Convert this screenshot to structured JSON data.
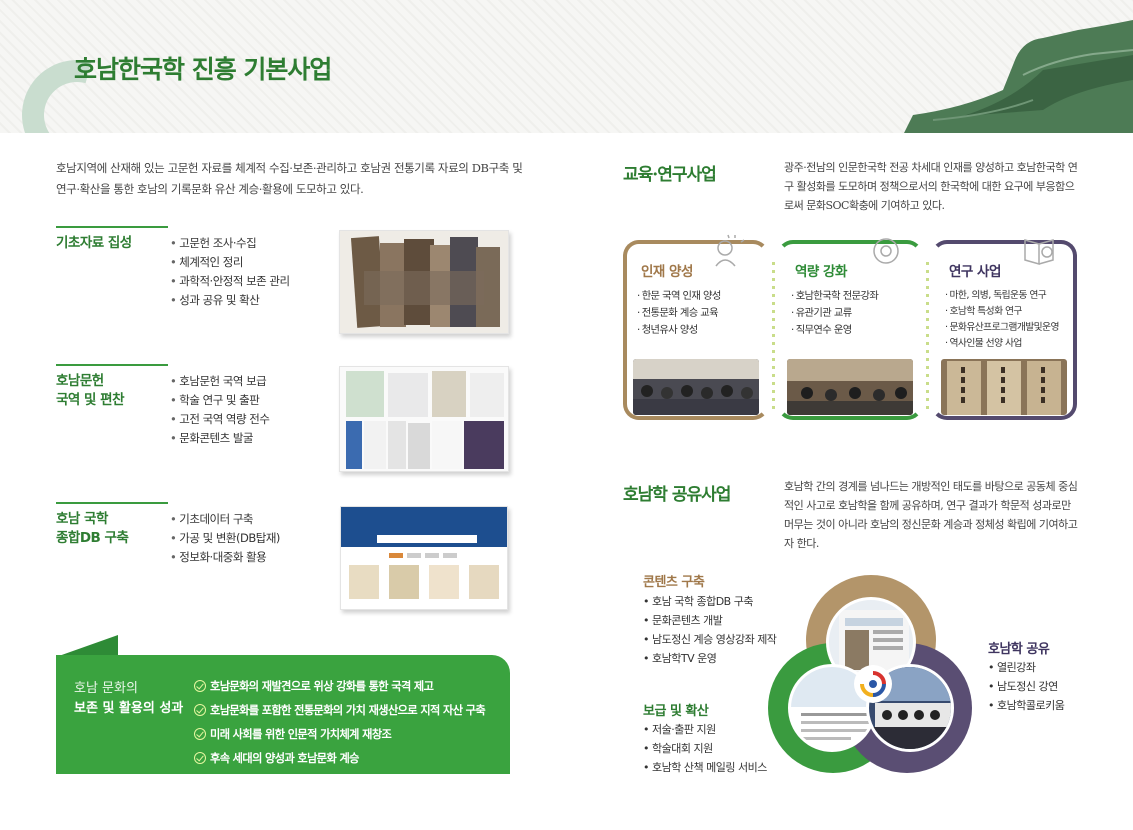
{
  "page": {
    "title": "호남한국학 진흥 기본사업",
    "intro": "호남지역에 산재해 있는 고문헌 자료를 체계적 수집·보존·관리하고 호남권 전통기록 자료의 DB구축 및 연구·확산을 통한 호남의 기록문화 유산 계승·활용에 도모하고 있다."
  },
  "sections": [
    {
      "title_lines": [
        "기초자료 집성"
      ],
      "items": [
        "고문헌 조사·수집",
        "체계적인 정리",
        "과학적·안정적 보존 관리",
        "성과 공유 및 확산"
      ]
    },
    {
      "title_lines": [
        "호남문헌",
        "국역 및 편찬"
      ],
      "items": [
        "호남문헌 국역 보급",
        "학술 연구 및 출판",
        "고전 국역 역량 전수",
        "문화콘텐츠 발굴"
      ]
    },
    {
      "title_lines": [
        "호남 국학",
        "종합DB 구축"
      ],
      "items": [
        "기초데이터 구축",
        "가공 및 변환(DB탑재)",
        "정보화·대중화 활용"
      ]
    }
  ],
  "achievements": {
    "label_line1": "호남 문화의",
    "label_line2": "보존 및 활용의 성과",
    "items": [
      "호남문화의 재발견으로 위상 강화를 통한 국격 제고",
      "호남문화를 포함한 전통문화의 가치 재생산으로 지적 자산 구축",
      "미래 사회를 위한 인문적 가치체계 재창조",
      "후속 세대의 양성과 호남문화 계승"
    ]
  },
  "education": {
    "heading": "교육·연구사업",
    "description": "광주·전남의 인문한국학 전공 차세대 인재를 양성하고 호남한국학 연구 활성화를 도모하며 정책으로서의 한국학에 대한 요구에 부응함으로써 문화SOC확충에 기여하고 있다.",
    "cards": [
      {
        "title": "인재 양성",
        "items": [
          "한문 국역 인재 양성",
          "전통문화 계승 교육",
          "청년유사 양성"
        ],
        "color": "#a88a5e"
      },
      {
        "title": "역량 강화",
        "items": [
          "호남한국학 전문강좌",
          "유관기관 교류",
          "직무연수 운영"
        ],
        "color": "#3a9b3f"
      },
      {
        "title": "연구 사업",
        "items": [
          "마한, 의병, 독립운동 연구",
          "호남학 특성화 연구",
          "문화유산프로그램개발및운영",
          "역사인물 선양 사업"
        ],
        "color": "#544a6e"
      }
    ]
  },
  "sharing": {
    "heading": "호남학 공유사업",
    "description": "호남학 간의 경계를 넘나드는 개방적인 태도를 바탕으로 공동체 중심적인 사고로 호남학을 함께 공유하며, 연구 결과가 학문적 성과로만 머무는 것이 아니라 호남의 정신문화 계승과 정체성 확립에 기여하고자 한다.",
    "contents": {
      "title": "콘텐츠 구축",
      "items": [
        "호남 국학 종합DB 구축",
        "문화콘텐츠 개발",
        "남도정신 계승 영상강좌 제작",
        "호남학TV 운영"
      ]
    },
    "spread": {
      "title": "보급 및 확산",
      "items": [
        "저술·출판 지원",
        "학술대회 지원",
        "호남학 산책 메일링 서비스"
      ]
    },
    "share": {
      "title": "호남학 공유",
      "items": [
        "열린강좌",
        "남도정신 강연",
        "호남학콜로키움"
      ]
    },
    "colors": {
      "brown": "#b3956a",
      "green": "#3a9b3f",
      "purple": "#5a4e73"
    }
  }
}
